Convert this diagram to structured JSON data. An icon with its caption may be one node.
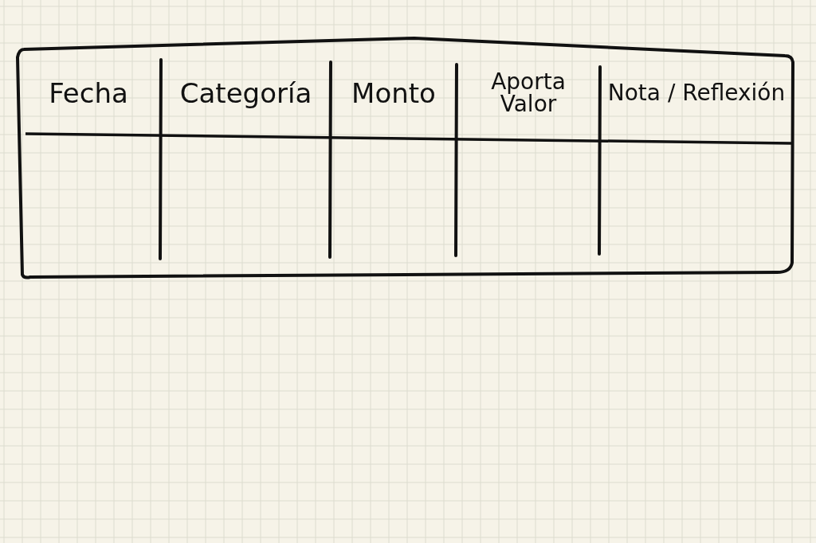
{
  "diagram": {
    "labels": [
      "Fecha",
      "Categoría",
      "Monto",
      "Aporta Valor",
      "Nota / Reflexión"
    ]
  }
}
